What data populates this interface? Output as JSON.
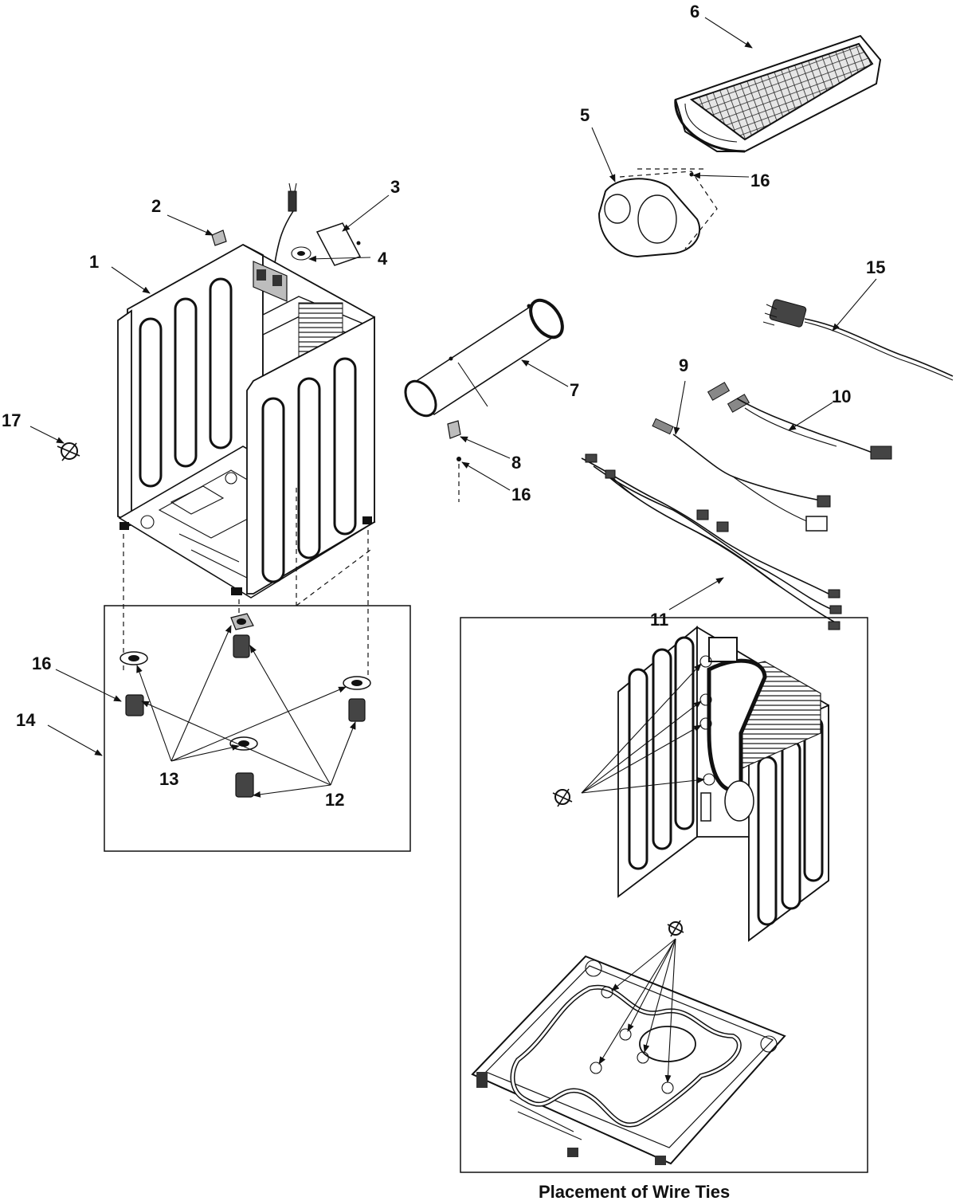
{
  "callouts": {
    "c1": "1",
    "c2": "2",
    "c3": "3",
    "c4": "4",
    "c5": "5",
    "c6": "6",
    "c7": "7",
    "c8": "8",
    "c9": "9",
    "c10": "10",
    "c11": "11",
    "c12": "12",
    "c13": "13",
    "c14": "14",
    "c15": "15",
    "c16a": "16",
    "c16b": "16",
    "c16c": "16",
    "c17": "17"
  },
  "caption": "Placement of Wire Ties"
}
